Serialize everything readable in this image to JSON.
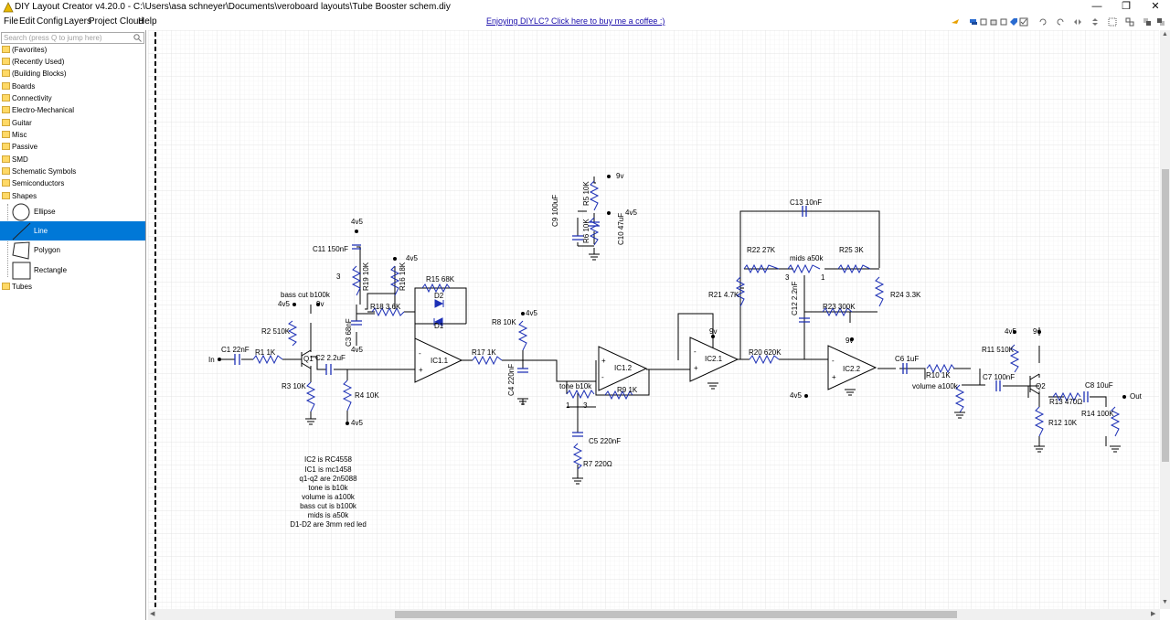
{
  "window": {
    "title": "DIY Layout Creator v4.20.0 - C:\\Users\\asa schneyer\\Documents\\veroboard layouts\\Tube Booster schem.diy",
    "min_glyph": "—",
    "max_glyph": "❐",
    "close_glyph": "✕"
  },
  "menubar": {
    "items": [
      "File",
      "Edit",
      "Config",
      "Layers",
      "Project Cloud",
      "Help"
    ],
    "coffee_link": "Enjoying DIYLC? Click here to buy me a coffee :)"
  },
  "sidebar": {
    "search_placeholder": "Search (press Q to jump here)",
    "folders": [
      "(Favorites)",
      "(Recently Used)",
      "(Building Blocks)",
      "Boards",
      "Connectivity",
      "Electro-Mechanical",
      "Guitar",
      "Misc",
      "Passive",
      "SMD",
      "Schematic Symbols",
      "Semiconductors",
      "Shapes"
    ],
    "shapes": [
      "Ellipse",
      "Line",
      "Polygon",
      "Rectangle"
    ],
    "selected_shape": "Line",
    "last_folder": "Tubes"
  },
  "schematic": {
    "labels": {
      "input": "In",
      "output": "Out",
      "c1": "C1 22nF",
      "r1": "R1 1K",
      "r2": "R2 510K",
      "r3": "R3 10K",
      "q1": "Q1",
      "c2": "C2 2.2uF",
      "r4": "R4 10K",
      "c11": "C11 150nF",
      "c3": "C3 68nF",
      "r19": "R19 10K",
      "r16": "R16 18K",
      "bass": "bass cut  b100k",
      "r18": "R18 3.6K",
      "r15": "R15 68K",
      "d1": "D1",
      "d2": "D2",
      "ic11": "IC1.1",
      "r17": "R17 1K",
      "r8": "R8 10K",
      "c4": "C4 220nF",
      "ic12": "IC1.2",
      "tone": "tone  b10k",
      "r9": "R9 1K",
      "c5": "C5 220nF",
      "r7": "R7 220Ω",
      "c9": "C9 100uF",
      "r5": "R5 10K",
      "r6": "R6 10K",
      "c10": "C10 47uF",
      "ic21": "IC2.1",
      "r21": "R21 4.7K",
      "r22": "R22 27K",
      "mids": "mids  a50k",
      "r25": "R25 3K",
      "c13": "C13 10nF",
      "c12": "C12 2.2nF",
      "r23": "R23 300K",
      "r24": "R24 3.3K",
      "r20": "R20 620K",
      "ic22": "IC2.2",
      "c6": "C6 1uF",
      "r10": "R10 1K",
      "volume": "volume  a100k",
      "c7": "C7 100nF",
      "r11": "R11 510K",
      "q2": "Q2",
      "r12": "R12 10K",
      "r13": "R13 470Ω",
      "c8": "C8 10uF",
      "r14": "R14 100K",
      "v4v5": "4v5",
      "v9": "9v",
      "pin1": "1",
      "pin3": "3",
      "minus": "-",
      "plus": "+"
    },
    "notes": [
      "IC2 is RC4558",
      "IC1 is mc1458",
      "q1-q2 are 2n5088",
      "tone is b10k",
      "volume is a100k",
      "bass cut is b100k",
      "mids is a50k",
      "D1-D2 are 3mm red led"
    ]
  },
  "colors": {
    "wire": "#000000",
    "component": "#1c2fb5",
    "grid_minor": "#eeeeee",
    "grid_major": "#dedede",
    "selection": "#0078d7",
    "folder": "#ffd966"
  }
}
